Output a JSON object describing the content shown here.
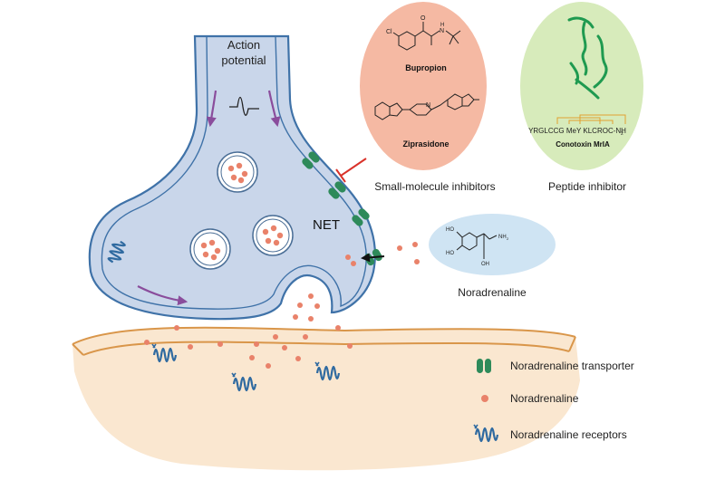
{
  "labels": {
    "action_potential_line1": "Action",
    "action_potential_line2": "potential",
    "net": "NET",
    "small_molecule_inhibitors": "Small-molecule inhibitors",
    "peptide_inhibitor": "Peptide inhibitor",
    "noradrenaline_center": "Noradrenaline"
  },
  "inhibitors": {
    "bupropion": "Bupropion",
    "ziprasidone": "Ziprasidone",
    "conotoxin": "Conotoxin MrIA",
    "peptide_seq": "YRGLCCG MeY KLCROC-NH"
  },
  "molecule_atoms": {
    "cl": "Cl",
    "o": "O",
    "nh": "N",
    "h": "H",
    "n": "N",
    "ho": "HO",
    "oh": "OH",
    "nh2": "NH",
    "sub2": "2"
  },
  "legend": [
    {
      "label": "Noradrenaline transporter",
      "icon": "transporter-icon"
    },
    {
      "label": "Noradrenaline",
      "icon": "noradrenaline-dot-icon"
    },
    {
      "label": "Noradrenaline receptors",
      "icon": "receptor-icon"
    }
  ],
  "colors": {
    "membrane": "#3f72a8",
    "cytoplasm": "#c9d6ea",
    "transporter": "#2e8a5a",
    "dot": "#e9826a",
    "arrow": "#8a4d9c",
    "inhibit": "#d9322a",
    "bupropion_bg": "#f5b9a3",
    "peptide_bg": "#d7ebbb",
    "noradrenaline_bg": "#cfe4f3",
    "postsyn_fill": "#fae7d0",
    "postsyn_stroke": "#d9964a"
  }
}
